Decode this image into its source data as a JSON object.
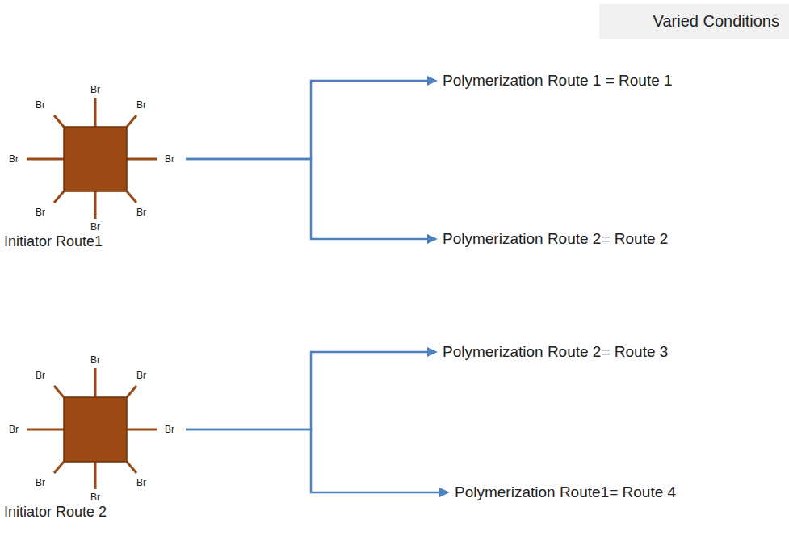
{
  "diagram": {
    "nodes": [
      {
        "text": [
          "Varied Conditions"
        ]
      },
      {
        "text": [
          "Initiator Route1"
        ]
      },
      {
        "text": [
          "Polymerization Route 1 = Route 1"
        ]
      },
      {
        "text": [
          "Polymerization Route 2= Route 2"
        ]
      },
      {
        "text": [
          "Initiator Route 2"
        ]
      },
      {
        "text": [
          "Polymerization Route 2= Route 3"
        ]
      },
      {
        "text": [
          "Polymerization Route1= Route 4"
        ]
      }
    ],
    "edges": [
      {
        "from": 1,
        "to": 2,
        "arrow": "to"
      },
      {
        "from": 1,
        "to": 3,
        "arrow": "to"
      },
      {
        "from": 4,
        "to": 5,
        "arrow": "to"
      },
      {
        "from": 4,
        "to": 6,
        "arrow": "to"
      }
    ],
    "labels": [
      "Br",
      "Br",
      "Br",
      "Br",
      "Br",
      "Br",
      "Br",
      "Br",
      "Br",
      "Br",
      "Br",
      "Br",
      "Br",
      "Br",
      "Br",
      "Br"
    ]
  }
}
